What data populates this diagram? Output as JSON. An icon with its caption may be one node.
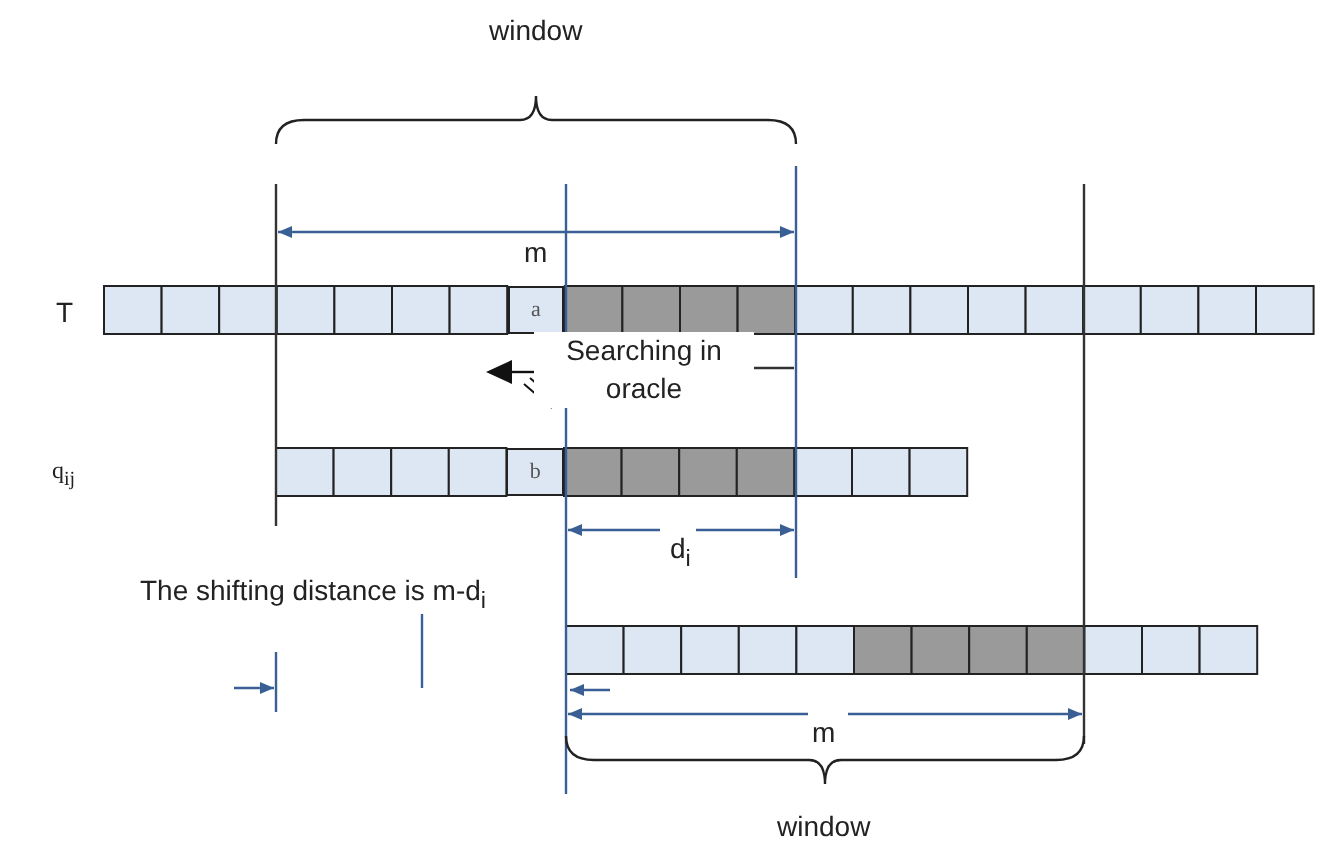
{
  "diagram": {
    "nodes": [
      {
        "text": [
          "a"
        ]
      },
      {
        "text": [
          "b"
        ]
      }
    ],
    "labels": [
      "window",
      "m",
      "T",
      "Searching in oracle",
      "q$_{ij}$",
      "d$_{i}$",
      "The shifting distance is m-d$_{i}$",
      "m",
      "window"
    ]
  }
}
